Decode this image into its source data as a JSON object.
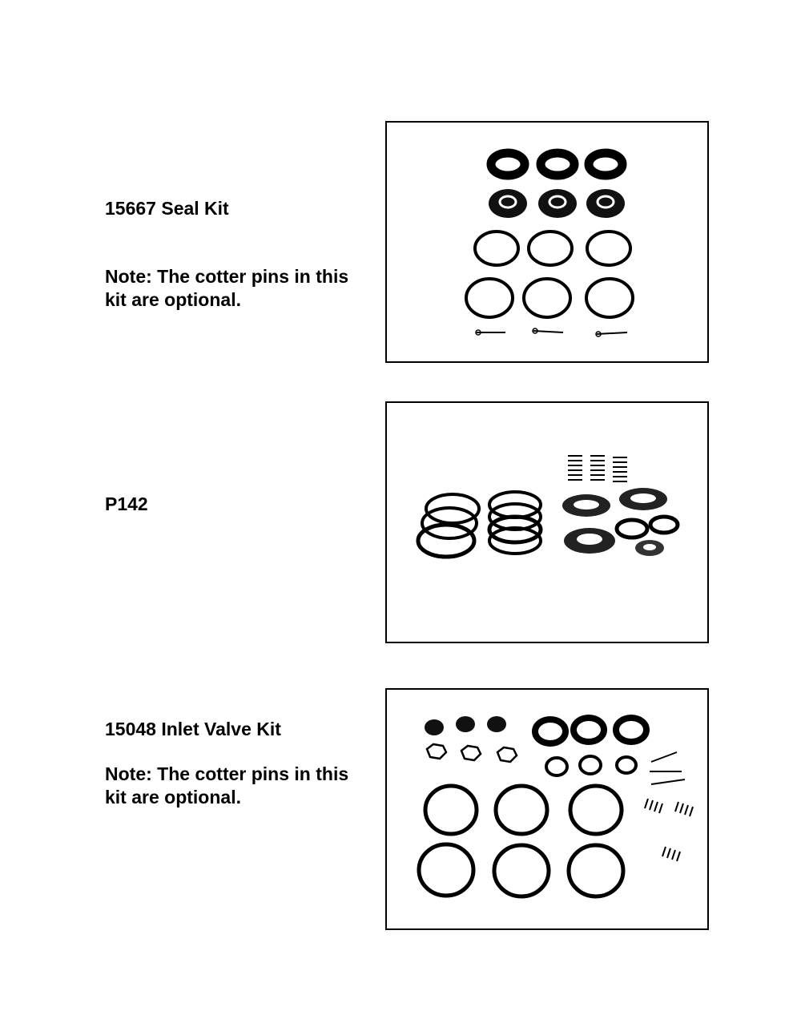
{
  "sections": [
    {
      "title": "15667 Seal Kit",
      "note": "Note: The cotter pins in this kit are optional."
    },
    {
      "title": "P142",
      "note": ""
    },
    {
      "title": "15048 Inlet Valve Kit",
      "note": "Note: The cotter pins in this kit are optional."
    }
  ],
  "images": {
    "seal_kit_icon": "seal-kit-parts-icon",
    "p142_icon": "p142-kit-parts-icon",
    "inlet_valve_icon": "inlet-valve-kit-parts-icon"
  }
}
